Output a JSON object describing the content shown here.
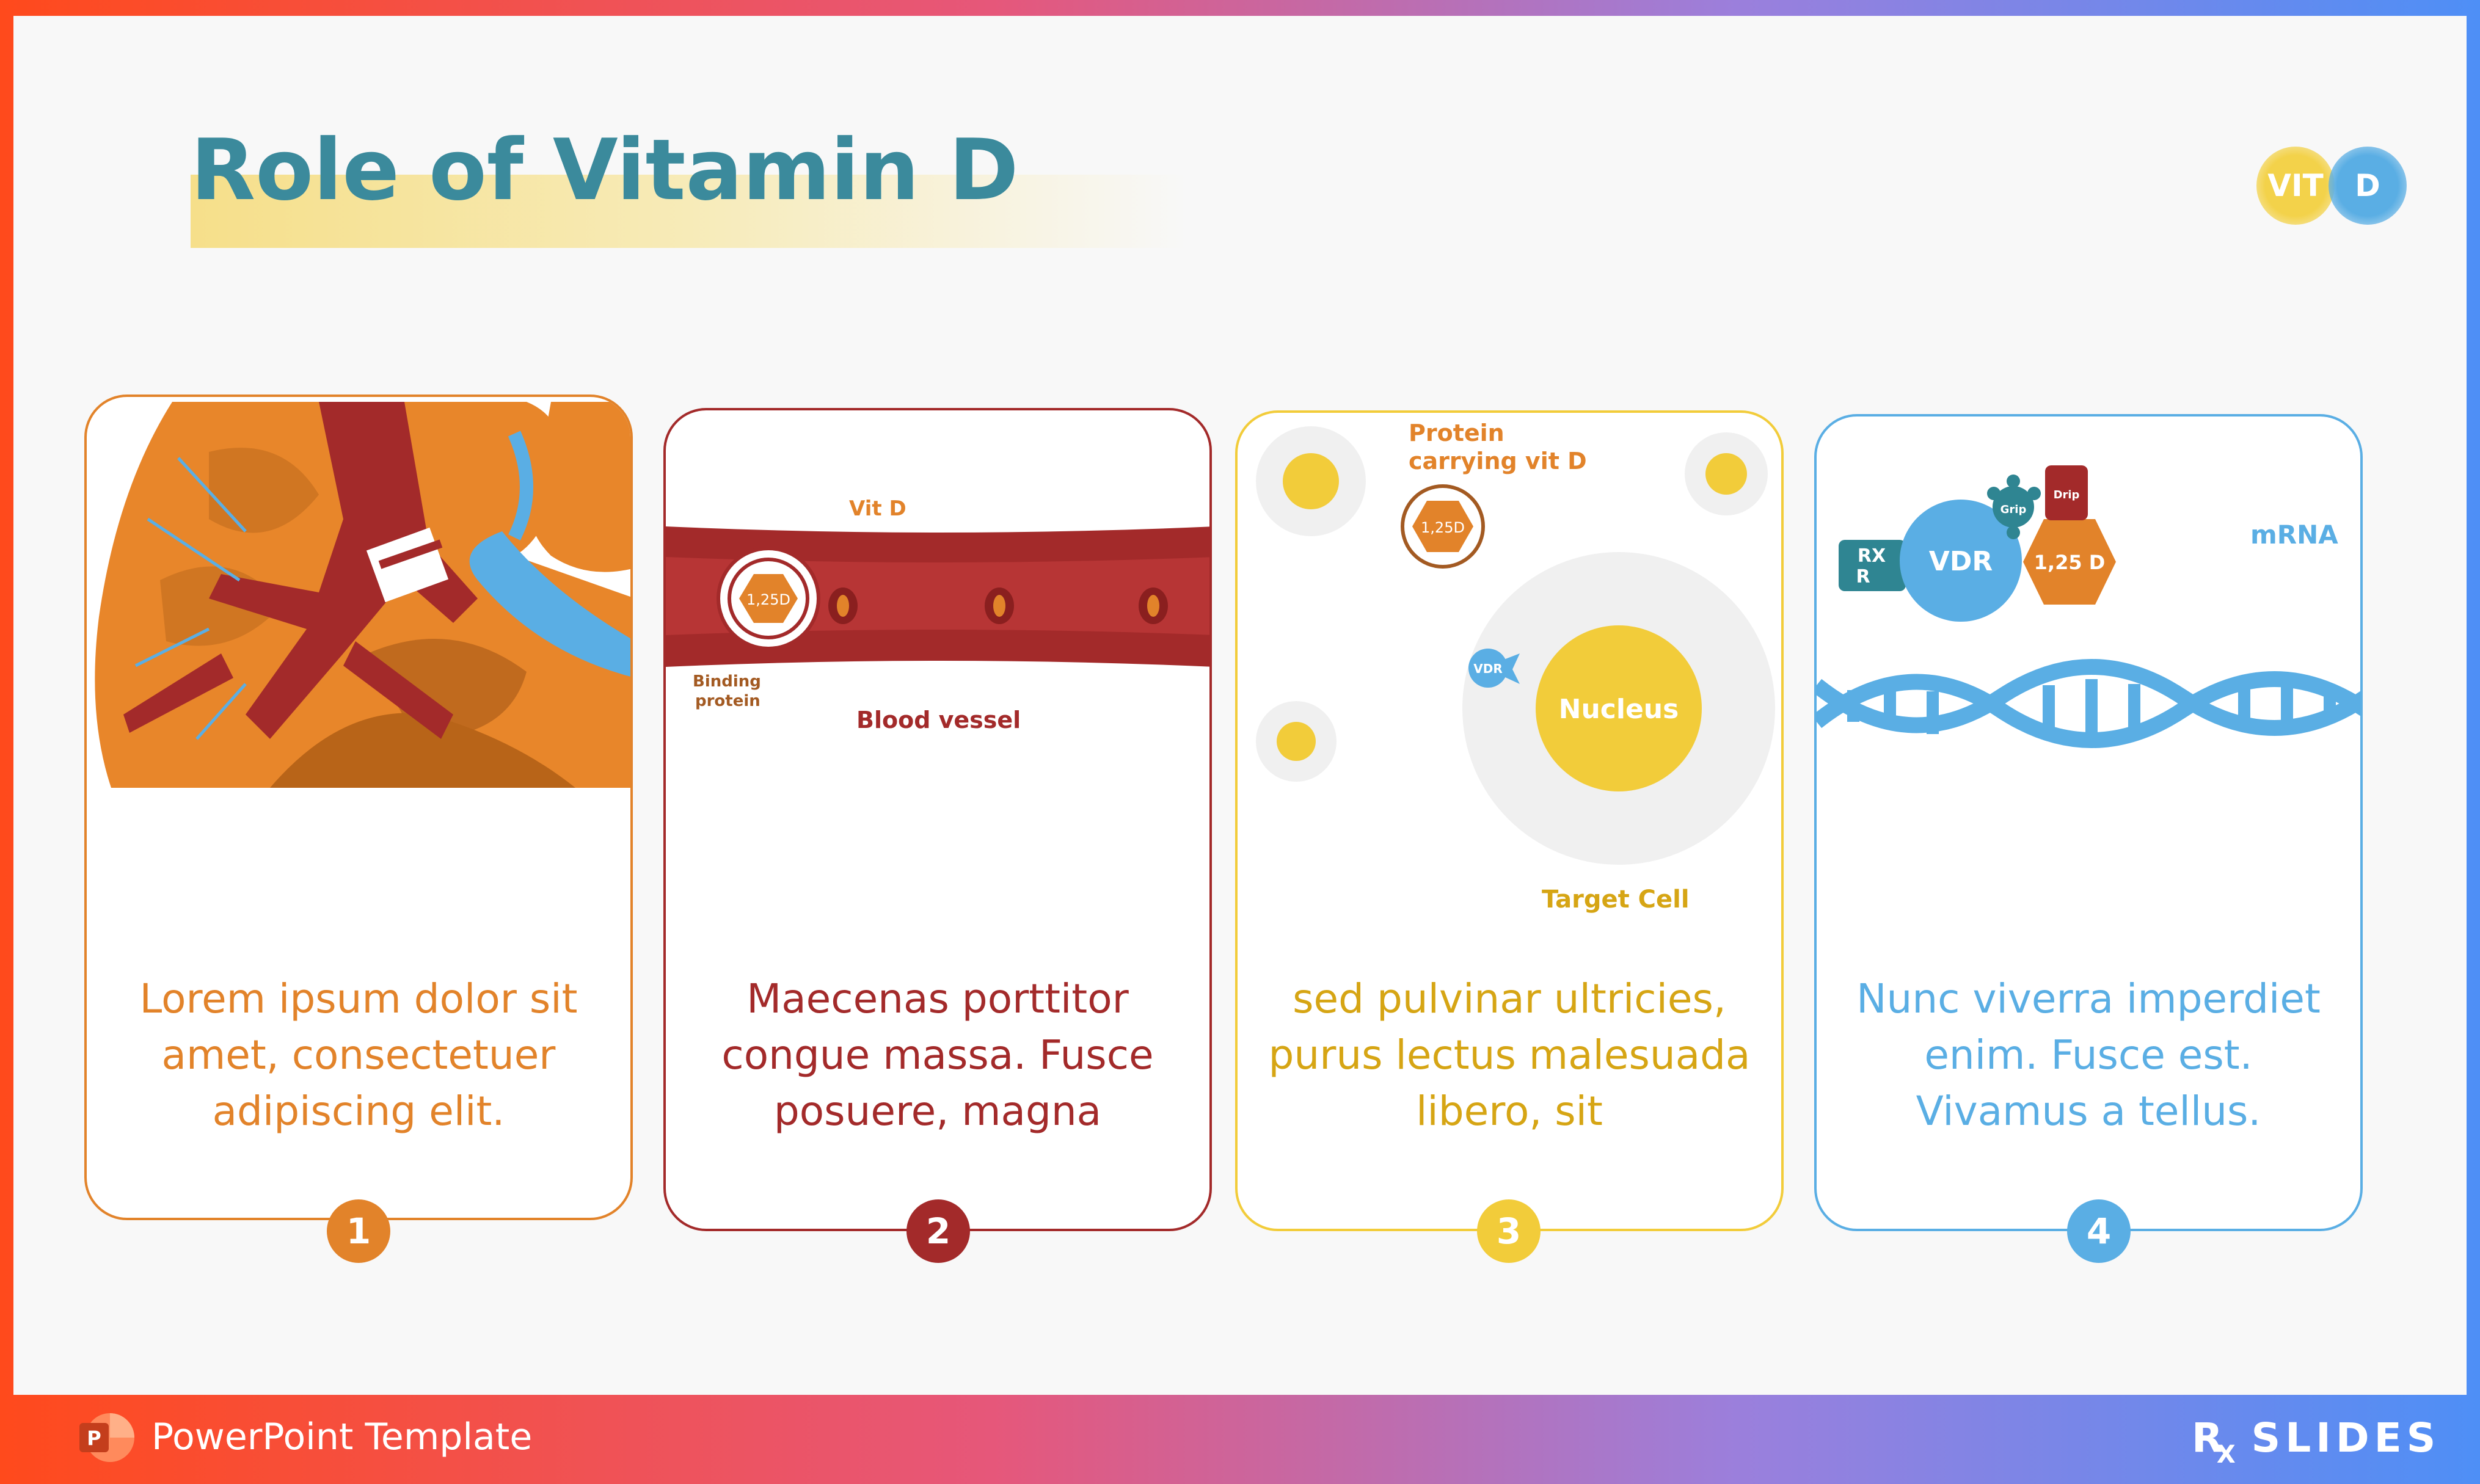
{
  "slide": {
    "title": "Role of Vitamin D",
    "badge_left": "VIT",
    "badge_right": "D"
  },
  "cards": [
    {
      "text": "Lorem ipsum dolor sit amet, consectetuer adipiscing elit.",
      "number": "1",
      "color": "#e2832a"
    },
    {
      "text": "Maecenas porttitor congue massa. Fusce posuere, magna",
      "number": "2",
      "color": "#a32a2a"
    },
    {
      "text": "sed pulvinar ultricies, purus lectus malesuada libero, sit",
      "number": "3",
      "color": "#f2cc3a"
    },
    {
      "text": "Nunc viverra imperdiet enim. Fusce est. Vivamus a tellus.",
      "number": "4",
      "color": "#5aaee4"
    }
  ],
  "illustration2": {
    "vit_d": "Vit D",
    "hex_label": "1,25D",
    "binding_protein_line1": "Binding",
    "binding_protein_line2": "protein",
    "blood_vessel": "Blood vessel"
  },
  "illustration3": {
    "protein_line1": "Protein",
    "protein_line2": "carrying vit D",
    "hex_label": "1,25D",
    "vdr": "VDR",
    "nucleus": "Nucleus",
    "target_cell": "Target Cell"
  },
  "illustration4": {
    "rxr_line1": "RX",
    "rxr_line2": "R",
    "vdr": "VDR",
    "grip": "Grip",
    "drip": "Drip",
    "hex_label": "1,25 D",
    "mrna": "mRNA"
  },
  "footer": {
    "label": "PowerPoint Template",
    "ppt_icon_letter": "P",
    "brand_r": "R",
    "brand_x": "X",
    "brand_text": "SLIDES"
  }
}
